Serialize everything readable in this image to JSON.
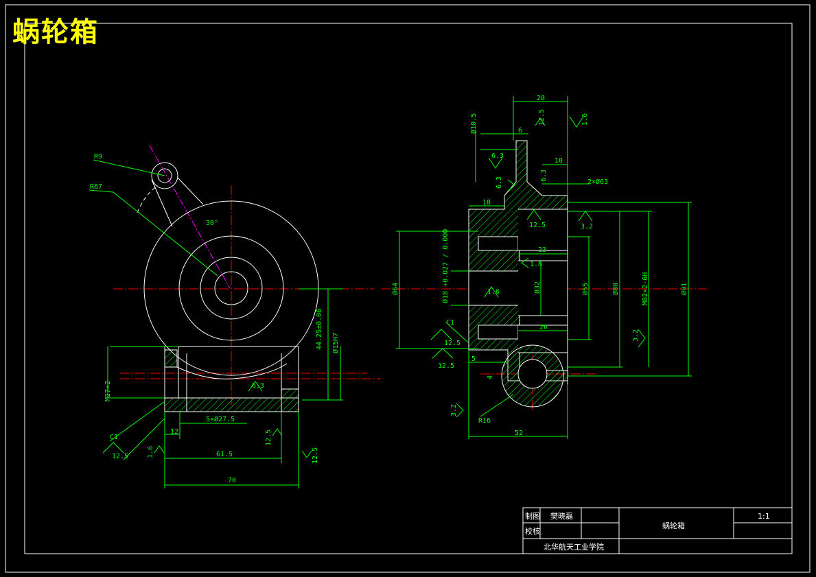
{
  "title": "蜗轮箱",
  "colors": {
    "outline": "#ffffff",
    "dimension": "#00ff00",
    "centerline": "#ff0000",
    "hidden": "#ff00ff",
    "title": "#ffff00"
  },
  "left_view": {
    "radius_r9": "R9",
    "radius_r67": "R67",
    "angle": "30°",
    "thread_m27": "M27×2",
    "dim_44": "44.25±0.06",
    "dim_d15": "Ø15H7",
    "rough_6_3": "6.3",
    "holes": "5×Ø27.5",
    "dim_12": "12",
    "chamfer": "C1",
    "rough_12_5_a": "12.5",
    "rough_1_6": "1.6",
    "dim_61_5": "61.5",
    "rough_12_5_b": "12.5",
    "rough_12_5_c": "12.5",
    "dim_70": "70"
  },
  "right_view": {
    "dim_28": "28",
    "rough_12_5_top": "12.5",
    "rough_1_6_top": "1.6",
    "dim_d10_5": "Ø10.5",
    "dim_6": "6",
    "rough_6_3_a": "6.3",
    "rough_6_3_b": "6.3",
    "rough_6_3_c": "6.3",
    "dim_10": "10",
    "holes_2xd63": "2×Ø63",
    "dim_18": "18",
    "rough_12_5_mid": "12.5",
    "rough_3_2_mid": "3.2",
    "dim_23": "23",
    "rough_1_6_mid": "1.6",
    "dim_d64": "Ø64",
    "dim_d18": "Ø18 +0.027 / 0.000",
    "rough_1_6_in": "1.6",
    "dim_d32": "Ø32",
    "dim_d55": "Ø55",
    "dim_d80": "Ø80",
    "dim_m82": "M82×2-6H",
    "dim_d91": "Ø91",
    "dim_26": "26",
    "chamfer_c1": "C1",
    "rough_12_5_l1": "12.5",
    "rough_12_5_l2": "12.5",
    "dim_5": "5",
    "dim_4": "4",
    "rough_3_2_r": "3.2",
    "rough_3_2_l": "3.2",
    "radius_r16": "R16",
    "dim_52": "52"
  },
  "title_block": {
    "drawn_label": "制图",
    "drawn_name": "樊晓磊",
    "check_label": "校核",
    "part_name": "蜗轮箱",
    "scale": "1:1",
    "school": "北华航天工业学院"
  }
}
